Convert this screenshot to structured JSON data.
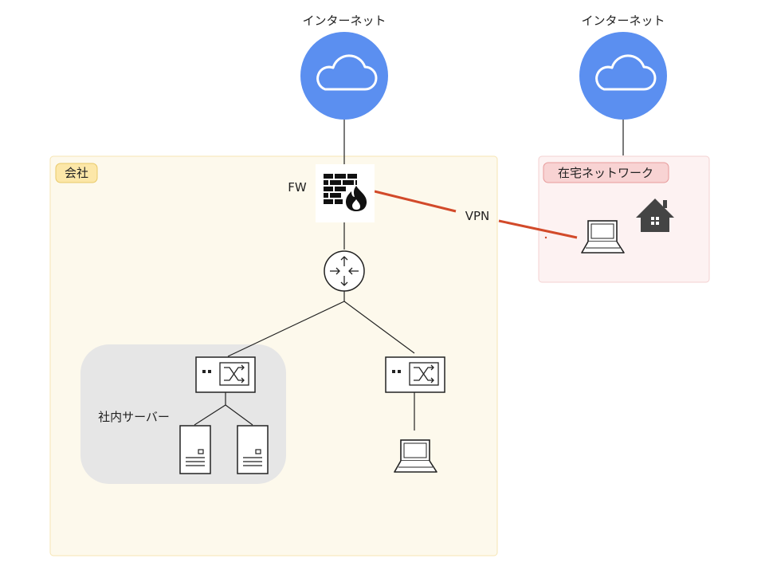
{
  "internet_left_label": "インターネット",
  "internet_right_label": "インターネット",
  "company_label": "会社",
  "home_network_label": "在宅ネットワーク",
  "firewall_label": "FW",
  "vpn_label": "VPN",
  "server_group_label": "社内サーバー",
  "colors": {
    "cloud": "#5b8ff0",
    "company_bg": "#fdf9ec",
    "company_border": "#f6e5b3",
    "company_tag_bg": "#fce7a8",
    "company_tag_border": "#e8c968",
    "home_bg": "#fdf2f2",
    "home_border": "#f4d2d2",
    "home_tag_bg": "#f8d3d3",
    "home_tag_border": "#e79b9b",
    "server_group_bg": "#e6e6e6",
    "vpn_line": "#d24a2a",
    "line": "#222222"
  },
  "icons": [
    "cloud-icon",
    "firewall-icon",
    "router-icon",
    "switch-icon",
    "server-icon",
    "laptop-icon",
    "house-icon"
  ]
}
